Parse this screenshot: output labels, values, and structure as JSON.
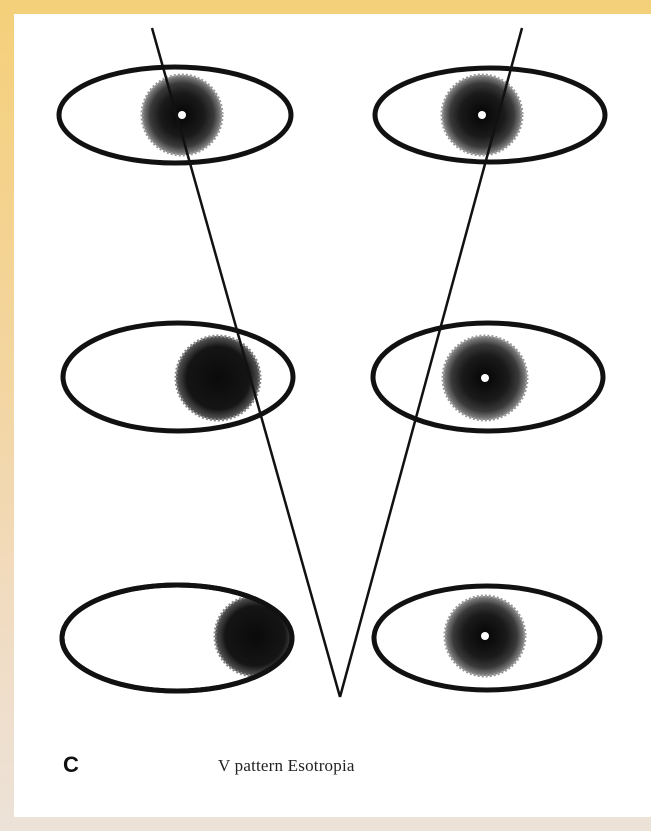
{
  "figure": {
    "panel_label": "C",
    "caption": "V pattern Esotropia"
  },
  "eyes": [
    {
      "id": "upgaze-right-eye",
      "iris_offset": 0,
      "row": "up"
    },
    {
      "id": "upgaze-left-eye",
      "iris_offset": 0,
      "row": "up"
    },
    {
      "id": "primary-right-eye",
      "iris_offset": 0.35,
      "row": "primary"
    },
    {
      "id": "primary-left-eye",
      "iris_offset": 0,
      "row": "primary"
    },
    {
      "id": "downgaze-right-eye",
      "iris_offset": 0.7,
      "row": "down"
    },
    {
      "id": "downgaze-left-eye",
      "iris_offset": 0,
      "row": "down"
    }
  ],
  "colors": {
    "frame_top": "#f5d07a",
    "frame_bottom": "#ece2d8",
    "ink": "#111111"
  }
}
